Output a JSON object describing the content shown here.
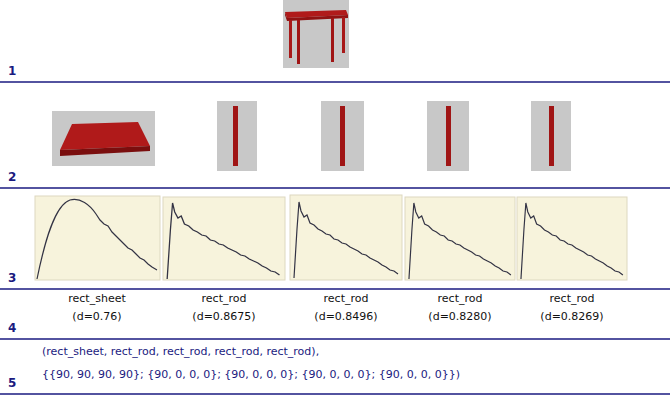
{
  "diagram": {
    "labels": [
      "1",
      "2",
      "3",
      "4",
      "5",
      "rect_sheet",
      "(d=0.76)",
      "rect_rod",
      "(d=0.8675)",
      "rect_rod",
      "(d=0.8496)",
      "rect_rod",
      "(d=0.8280)",
      "rect_rod",
      "(d=0.8269)",
      "(rect_sheet, rect_rod, rect_rod, rect_rod, rect_rod),",
      "{{90, 90, 90, 90}; {90, 0, 0, 0}; {90, 0, 0, 0}; {90, 0, 0, 0}; {90, 0, 0, 0}})"
    ]
  }
}
